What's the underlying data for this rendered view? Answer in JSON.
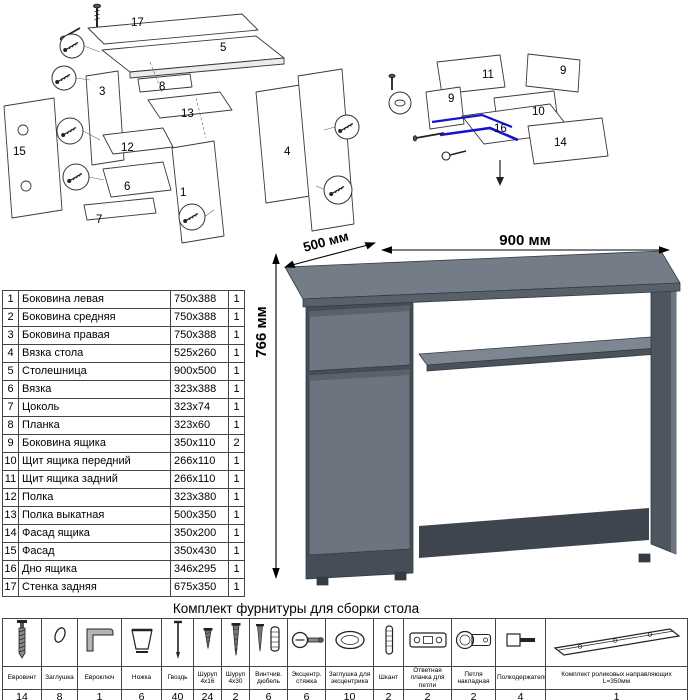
{
  "diagram_left": {
    "labels": [
      "17",
      "5",
      "3",
      "8",
      "13",
      "12",
      "15",
      "6",
      "7",
      "1",
      "4"
    ]
  },
  "diagram_right": {
    "labels": [
      "11",
      "9",
      "10",
      "16",
      "14",
      "9"
    ]
  },
  "desk": {
    "width_label": "900 мм",
    "depth_label": "500 мм",
    "height_label": "766 мм"
  },
  "parts_table": {
    "rows": [
      {
        "num": "1",
        "name": "Боковина левая",
        "size": "750x388",
        "qty": "1"
      },
      {
        "num": "2",
        "name": "Боковина средняя",
        "size": "750x388",
        "qty": "1"
      },
      {
        "num": "3",
        "name": "Боковина правая",
        "size": "750x388",
        "qty": "1"
      },
      {
        "num": "4",
        "name": "Вязка стола",
        "size": "525x260",
        "qty": "1"
      },
      {
        "num": "5",
        "name": "Столешница",
        "size": "900x500",
        "qty": "1"
      },
      {
        "num": "6",
        "name": "Вязка",
        "size": "323x388",
        "qty": "1"
      },
      {
        "num": "7",
        "name": "Цоколь",
        "size": "323x74",
        "qty": "1"
      },
      {
        "num": "8",
        "name": "Планка",
        "size": "323x60",
        "qty": "1"
      },
      {
        "num": "9",
        "name": "Боковина ящика",
        "size": "350x110",
        "qty": "2"
      },
      {
        "num": "10",
        "name": "Щит ящика передний",
        "size": "266x110",
        "qty": "1"
      },
      {
        "num": "11",
        "name": "Щит ящика задний",
        "size": "266x110",
        "qty": "1"
      },
      {
        "num": "12",
        "name": "Полка",
        "size": "323x380",
        "qty": "1"
      },
      {
        "num": "13",
        "name": "Полка выкатная",
        "size": "500x350",
        "qty": "1"
      },
      {
        "num": "14",
        "name": "Фасад ящика",
        "size": "350x200",
        "qty": "1"
      },
      {
        "num": "15",
        "name": "Фасад",
        "size": "350x430",
        "qty": "1"
      },
      {
        "num": "16",
        "name": "Дно ящика",
        "size": "346x295",
        "qty": "1"
      },
      {
        "num": "17",
        "name": "Стенка задняя",
        "size": "675x350",
        "qty": "1"
      }
    ]
  },
  "hardware": {
    "title": "Комплект фурнитуры для сборки стола",
    "items": [
      {
        "name": "Евровинт",
        "qty": "14",
        "icon": "euro-screw-icon"
      },
      {
        "name": "Заглушка",
        "qty": "8",
        "icon": "plug-icon"
      },
      {
        "name": "Евроключ",
        "qty": "1",
        "icon": "hex-key-icon"
      },
      {
        "name": "Ножка",
        "qty": "6",
        "icon": "leg-icon"
      },
      {
        "name": "Гвоздь",
        "qty": "40",
        "icon": "nail-icon"
      },
      {
        "name": "Шуруп 4x16",
        "qty": "24",
        "icon": "screw-small-icon"
      },
      {
        "name": "Шуруп 4x30",
        "qty": "2",
        "icon": "screw-long-icon"
      },
      {
        "name": "Винтчив. дюбель",
        "qty": "6",
        "icon": "screw-dowel-icon"
      },
      {
        "name": "Эксцентр. стяжка",
        "qty": "6",
        "icon": "cam-lock-icon"
      },
      {
        "name": "Заглушка для эксцентрика",
        "qty": "10",
        "icon": "cam-cover-icon"
      },
      {
        "name": "Шкант",
        "qty": "2",
        "icon": "dowel-icon"
      },
      {
        "name": "Ответная планка для петли",
        "qty": "2",
        "icon": "hinge-plate-icon"
      },
      {
        "name": "Петля накладная",
        "qty": "2",
        "icon": "hinge-icon"
      },
      {
        "name": "Полкодержатель",
        "qty": "4",
        "icon": "shelf-pin-icon"
      },
      {
        "name": "Комплект роликовых направляющих L=350мм",
        "qty": "1",
        "icon": "roller-guide-icon"
      }
    ]
  }
}
